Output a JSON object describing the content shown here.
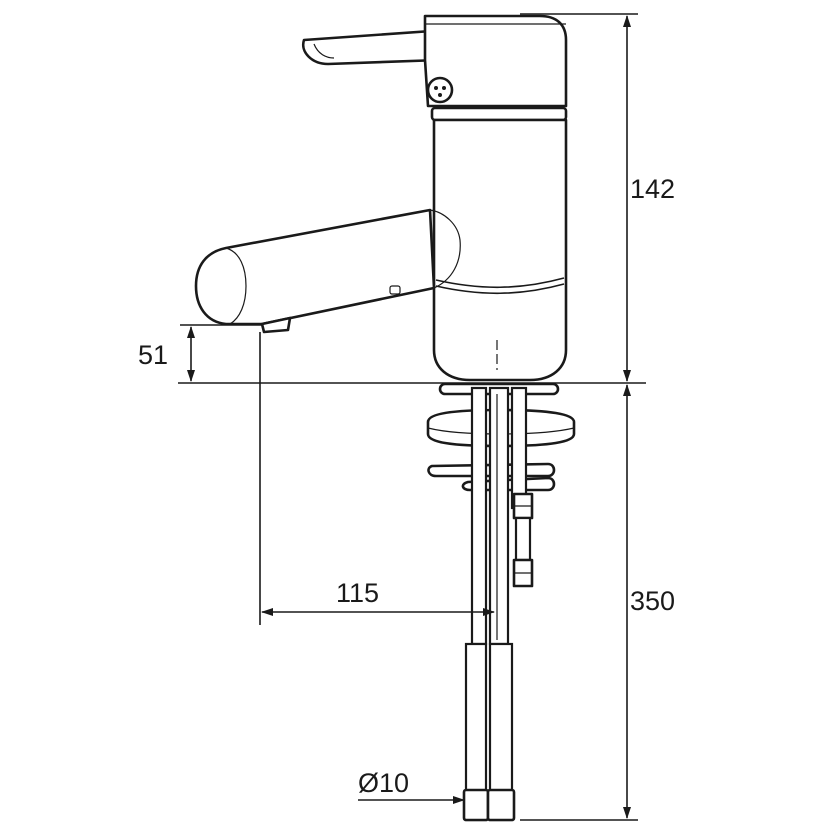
{
  "dimensions": {
    "height_above_deck": "142",
    "spout_height": "51",
    "spout_reach": "115",
    "hose_length": "350",
    "hose_diameter": "Ø10"
  },
  "colors": {
    "line": "#1a1a1a",
    "background": "#ffffff"
  }
}
